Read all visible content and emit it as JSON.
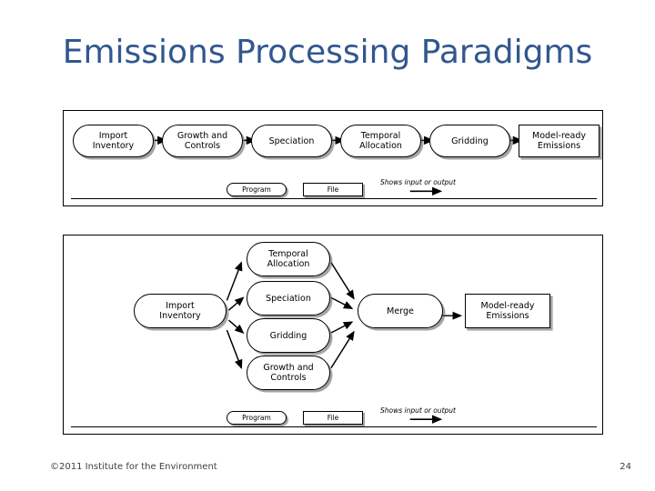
{
  "slide": {
    "title": "Emissions Processing Paradigms",
    "title_color": "#31578F"
  },
  "diagrams": [
    {
      "id": "serial-paradigm",
      "nodes": [
        {
          "id": "import-inventory",
          "label": "Import\nInventory",
          "shape": "program"
        },
        {
          "id": "growth-and-controls",
          "label": "Growth and\nControls",
          "shape": "program"
        },
        {
          "id": "speciation",
          "label": "Speciation",
          "shape": "program"
        },
        {
          "id": "temporal-allocation",
          "label": "Temporal\nAllocation",
          "shape": "program"
        },
        {
          "id": "gridding",
          "label": "Gridding",
          "shape": "program"
        },
        {
          "id": "model-ready-emissions",
          "label": "Model-ready\nEmissions",
          "shape": "file"
        }
      ]
    },
    {
      "id": "parallel-paradigm",
      "nodes": [
        {
          "id": "import-inventory",
          "label": "Import\nInventory",
          "shape": "program"
        },
        {
          "id": "temporal-allocation",
          "label": "Temporal\nAllocation",
          "shape": "program"
        },
        {
          "id": "speciation",
          "label": "Speciation",
          "shape": "program"
        },
        {
          "id": "gridding",
          "label": "Gridding",
          "shape": "program"
        },
        {
          "id": "growth-and-controls",
          "label": "Growth and\nControls",
          "shape": "program"
        },
        {
          "id": "merge",
          "label": "Merge",
          "shape": "program"
        },
        {
          "id": "model-ready-emissions",
          "label": "Model-ready\nEmissions",
          "shape": "file"
        }
      ]
    }
  ],
  "legend": {
    "program_label": "Program",
    "file_label": "File",
    "arrow_caption": "Shows input or output"
  },
  "footer": {
    "copyright": "©2011 Institute for the Environment",
    "page_number": "24"
  }
}
